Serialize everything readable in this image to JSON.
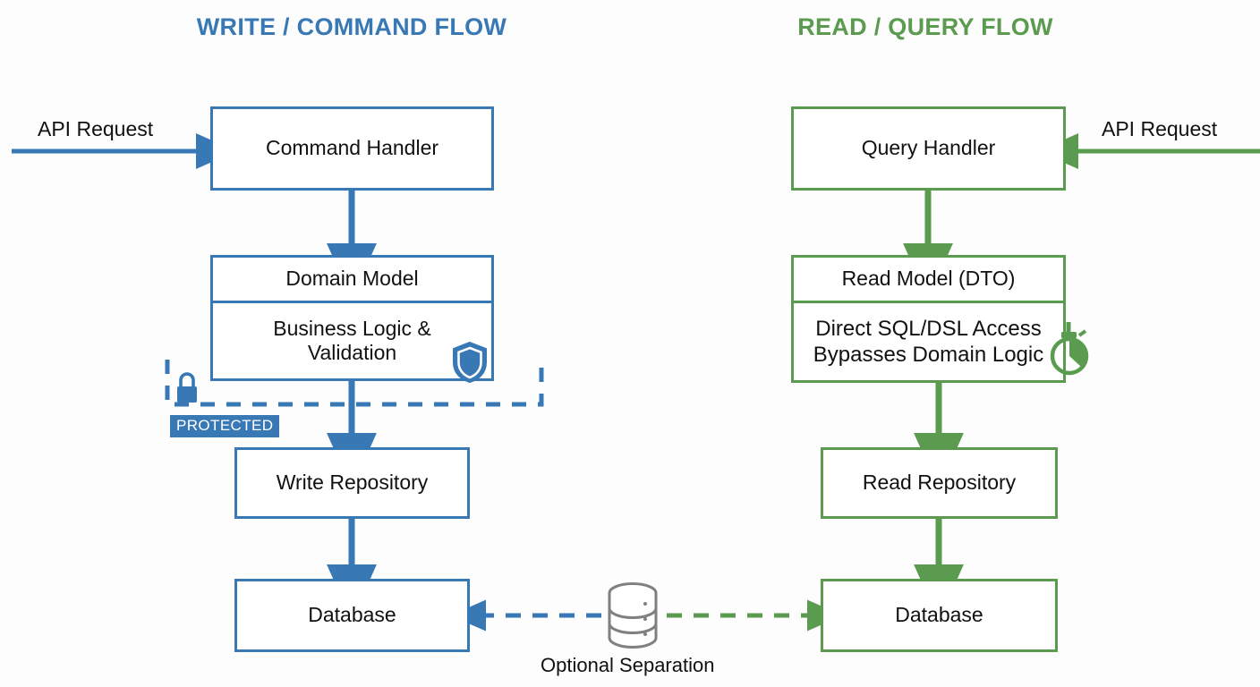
{
  "colors": {
    "write_blue": "#3778b5",
    "read_green": "#5b9b4f",
    "db_gray": "#808080",
    "text": "#111111",
    "background": "#fdfdfd"
  },
  "headers": {
    "write": "WRITE / COMMAND FLOW",
    "read": "READ / QUERY FLOW"
  },
  "write_flow": {
    "api_request_label": "API Request",
    "command_handler": "Command Handler",
    "domain_model": "Domain Model",
    "business_logic_line1": "Business Logic &",
    "business_logic_line2": "Validation",
    "write_repository": "Write Repository",
    "database": "Database",
    "protected_badge": "PROTECTED",
    "shield_icon": "shield-icon",
    "lock_icon": "lock-icon"
  },
  "read_flow": {
    "api_request_label": "API Request",
    "query_handler": "Query Handler",
    "read_model": "Read Model (DTO)",
    "direct_access_line1": "Direct SQL/DSL Access",
    "direct_access_line2": "Bypasses Domain Logic",
    "read_repository": "Read Repository",
    "database": "Database",
    "stopwatch_icon": "stopwatch-icon"
  },
  "bottom": {
    "optional_separation": "Optional Separation",
    "database_cylinder_icon": "database-cylinder-icon"
  }
}
